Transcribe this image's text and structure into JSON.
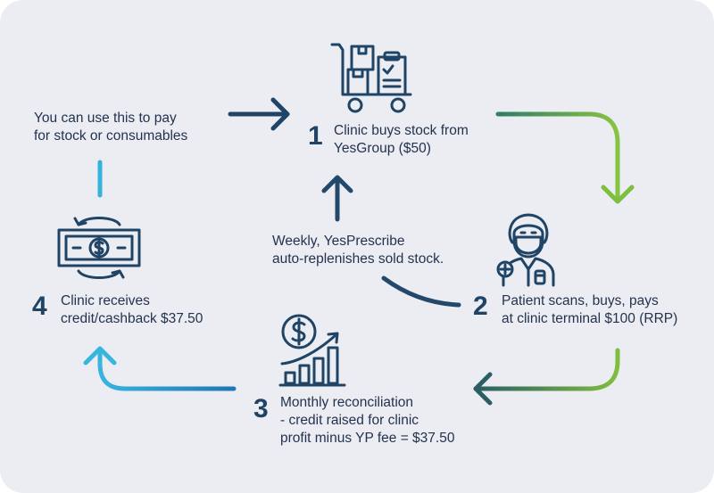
{
  "colors": {
    "navy": "#1f4466",
    "text": "#23334f",
    "green": "#7fbe3f",
    "teal": "#2e6f6a",
    "blue": "#2eaad9",
    "panel": "#ebedf2"
  },
  "note": {
    "lines": [
      "You can use this to pay",
      "for stock or consumables"
    ]
  },
  "steps": [
    {
      "number": "1",
      "lines": [
        "Clinic buys stock from",
        "YesGroup ($50)"
      ],
      "icon": "shopping-cart-boxes-icon"
    },
    {
      "number": "2",
      "lines": [
        "Patient scans, buys, pays",
        "at clinic terminal $100 (RRP)"
      ],
      "icon": "pharmacist-icon"
    },
    {
      "number": "3",
      "lines": [
        "Monthly reconciliation",
        "- credit raised for clinic",
        "profit minus YP fee = $37.50"
      ],
      "icon": "growth-chart-icon"
    },
    {
      "number": "4",
      "lines": [
        "Clinic receives",
        "credit/cashback $37.50"
      ],
      "icon": "cash-cycle-icon"
    }
  ],
  "center": {
    "lines": [
      "Weekly, YesPrescribe",
      "auto-replenishes sold stock."
    ]
  }
}
